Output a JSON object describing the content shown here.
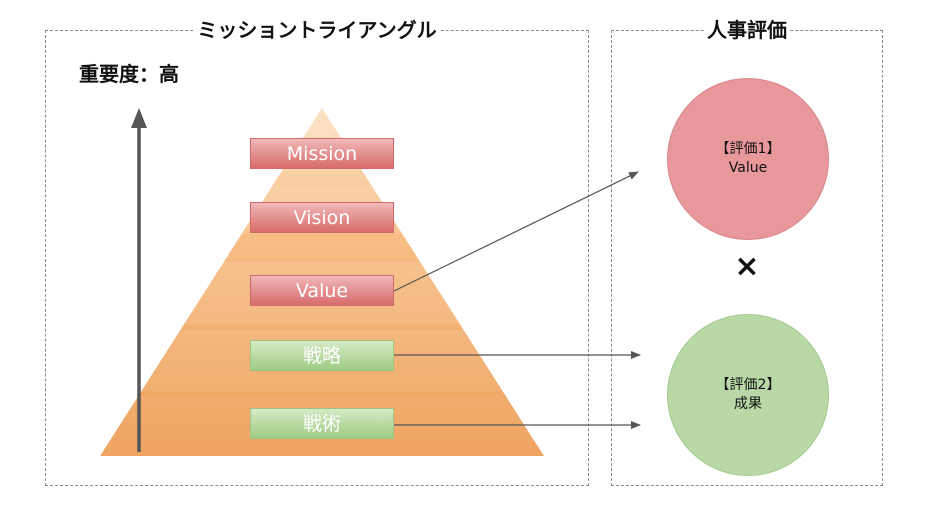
{
  "left_panel": {
    "title": "ミッショントライアングル",
    "axis_label": "重要度：高",
    "levels": [
      {
        "label": "Mission",
        "color": "red"
      },
      {
        "label": "Vision",
        "color": "red"
      },
      {
        "label": "Value",
        "color": "red"
      },
      {
        "label": "戦略",
        "color": "green"
      },
      {
        "label": "戦術",
        "color": "green"
      }
    ]
  },
  "right_panel": {
    "title": "人事評価",
    "evaluations": [
      {
        "line1": "【評価1】",
        "line2": "Value",
        "color": "#e8979a"
      },
      {
        "line1": "【評価2】",
        "line2": "成果",
        "color": "#b8d9a5"
      }
    ],
    "operator": "×"
  },
  "colors": {
    "pyramid_light": "#fbd7b0",
    "pyramid_dark": "#eea867",
    "arrow": "#555555",
    "red_box": "#e38d8d",
    "green_box": "#b7d9a0"
  }
}
